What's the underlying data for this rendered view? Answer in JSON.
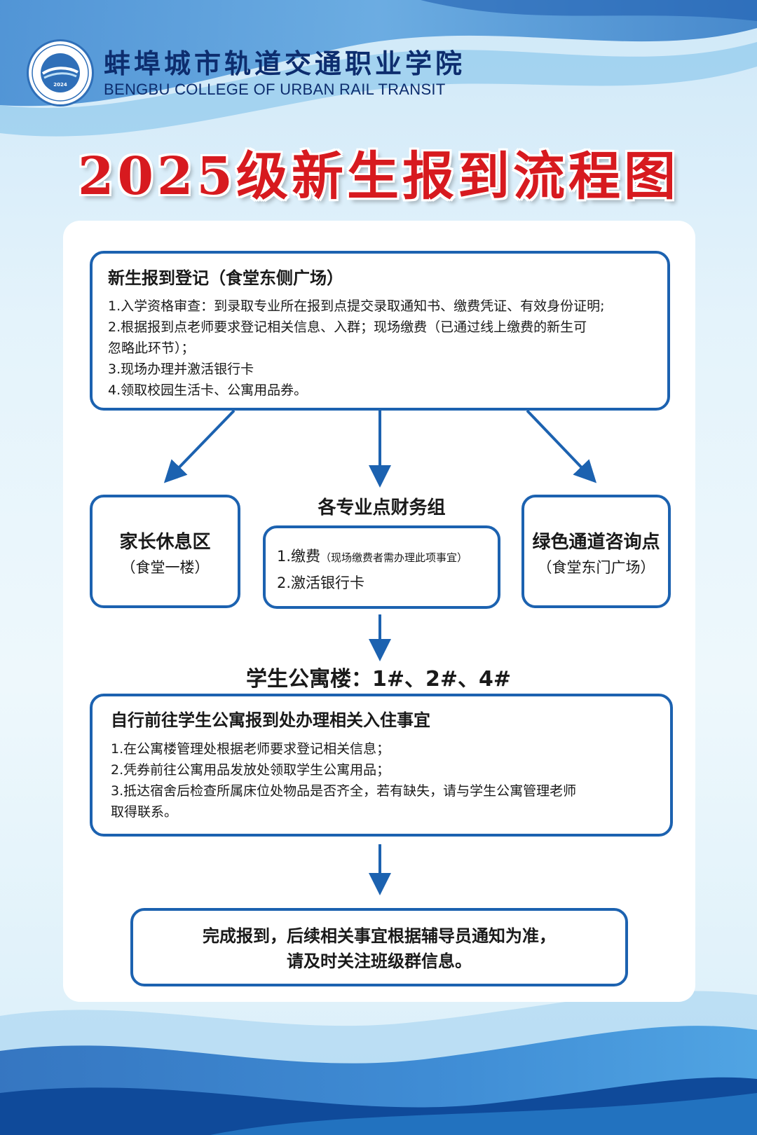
{
  "header": {
    "school_name_cn": "蚌埠城市轨道交通职业学院",
    "school_name_en": "BENGBU COLLEGE OF URBAN RAIL TRANSIT",
    "logo_year": "2024"
  },
  "title": "2025级新生报到流程图",
  "registration": {
    "title": "新生报到登记（食堂东侧广场）",
    "lines": [
      "1.入学资格审查：到录取专业所在报到点提交录取通知书、缴费凭证、有效身份证明;",
      "2.根据报到点老师要求登记相关信息、入群；现场缴费（已通过线上缴费的新生可",
      "忽略此环节）；",
      "3.现场办理并激活银行卡",
      "4.领取校园生活卡、公寓用品券。"
    ]
  },
  "parent_area": {
    "title": "家长休息区",
    "location": "（食堂一楼）"
  },
  "finance": {
    "title": "各专业点财务组",
    "item1": "1.缴费",
    "item1_note": "（现场缴费者需办理此项事宜）",
    "item2": "2.激活银行卡"
  },
  "green_channel": {
    "title": "绿色通道咨询点",
    "location": "（食堂东门广场）"
  },
  "dorm_heading": "学生公寓楼：1#、2#、4#",
  "dorm": {
    "title": "自行前往学生公寓报到处办理相关入住事宜",
    "lines": [
      "1.在公寓楼管理处根据老师要求登记相关信息；",
      "2.凭券前往公寓用品发放处领取学生公寓用品；",
      "3.抵达宿舍后检查所属床位处物品是否齐全，若有缺失，请与学生公寓管理老师",
      "取得联系。"
    ]
  },
  "final": {
    "line1": "完成报到，后续相关事宜根据辅导员通知为准，",
    "line2": "请及时关注班级群信息。"
  },
  "colors": {
    "primary_blue": "#1c62b0",
    "title_red": "#d71a1f",
    "school_navy": "#0d2d6e"
  }
}
